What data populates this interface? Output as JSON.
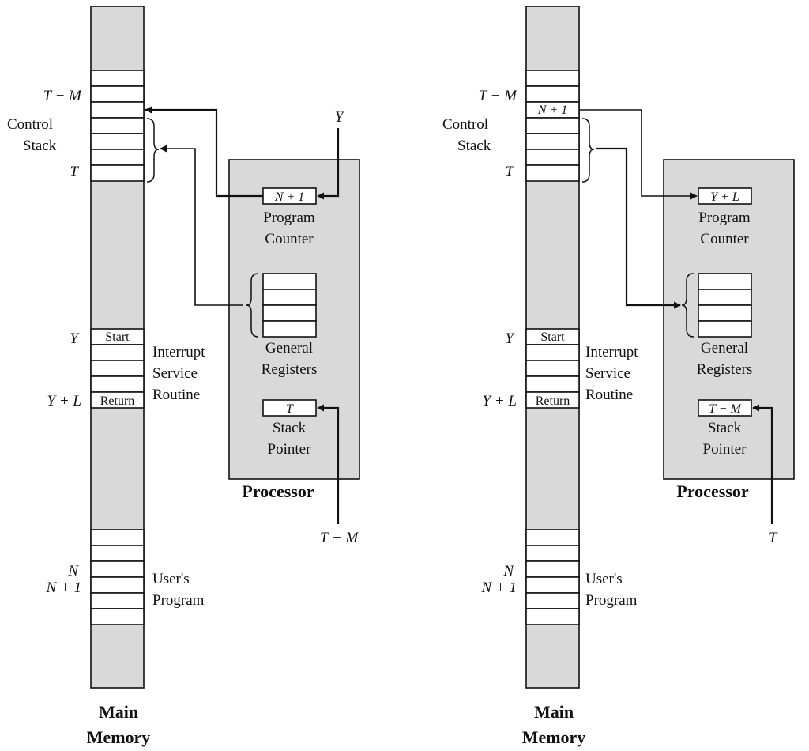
{
  "diagrams": [
    {
      "memory": {
        "title_line1": "Main",
        "title_line2": "Memory",
        "addr_t_minus_m": "T − M",
        "addr_t": "T",
        "addr_y": "Y",
        "addr_y_plus_l": "Y + L",
        "addr_n": "N",
        "addr_n_plus_1": "N + 1",
        "control_stack_line1": "Control",
        "control_stack_line2": "Stack",
        "isr_line1": "Interrupt",
        "isr_line2": "Service",
        "isr_line3": "Routine",
        "user_line1": "User's",
        "user_line2": "Program",
        "start_cell": "Start",
        "return_cell": "Return",
        "stack_top_cell": ""
      },
      "processor": {
        "title": "Processor",
        "pc_value": "N + 1",
        "pc_line1": "Program",
        "pc_line2": "Counter",
        "gr_line1": "General",
        "gr_line2": "Registers",
        "sp_value": "T",
        "sp_line1": "Stack",
        "sp_line2": "Pointer"
      },
      "input_pc": "Y",
      "input_sp": "T − M"
    },
    {
      "memory": {
        "title_line1": "Main",
        "title_line2": "Memory",
        "addr_t_minus_m": "T − M",
        "addr_t": "T",
        "addr_y": "Y",
        "addr_y_plus_l": "Y + L",
        "addr_n": "N",
        "addr_n_plus_1": "N + 1",
        "control_stack_line1": "Control",
        "control_stack_line2": "Stack",
        "isr_line1": "Interrupt",
        "isr_line2": "Service",
        "isr_line3": "Routine",
        "user_line1": "User's",
        "user_line2": "Program",
        "start_cell": "Start",
        "return_cell": "Return",
        "stack_top_cell": "N + 1"
      },
      "processor": {
        "title": "Processor",
        "pc_value": "Y + L",
        "pc_line1": "Program",
        "pc_line2": "Counter",
        "gr_line1": "General",
        "gr_line2": "Registers",
        "sp_value": "T − M",
        "sp_line1": "Stack",
        "sp_line2": "Pointer"
      },
      "input_pc": "",
      "input_sp": "T"
    }
  ]
}
